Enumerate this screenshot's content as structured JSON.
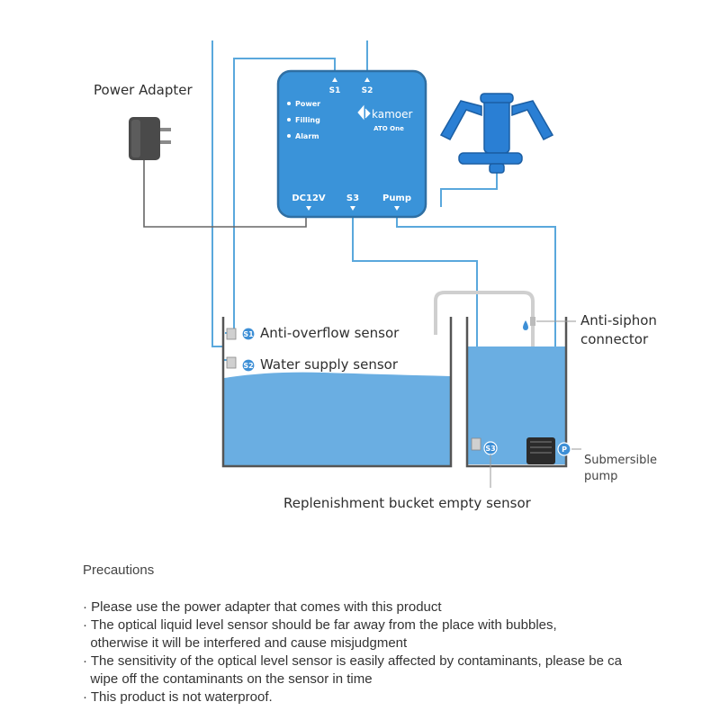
{
  "labels": {
    "power_adapter": "Power Adapter",
    "anti_overflow": "Anti-overflow sensor",
    "water_supply": "Water supply sensor",
    "anti_siphon": [
      "Anti-siphon",
      "connector"
    ],
    "submersible_pump": [
      "Submersible",
      "pump"
    ],
    "bucket_empty": "Replenishment bucket empty sensor"
  },
  "controller": {
    "port_s1": "S1",
    "port_s2": "S2",
    "leds": [
      "Power",
      "Filling",
      "Alarm"
    ],
    "brand": "kamoer",
    "model": "ATO One",
    "port_dc": "DC12V",
    "port_s3": "S3",
    "port_pump": "Pump"
  },
  "badges": {
    "s1": "S1",
    "s2": "S2",
    "s3": "S3",
    "pump": "P"
  },
  "colors": {
    "controller": "#3a93d9",
    "water": "#6aaee2",
    "signal_wire": "#5aa8dc",
    "power_cord": "#666666",
    "tank_wall": "#555555"
  },
  "icons": [
    "power-adapter-icon",
    "anti-siphon-clip-icon",
    "submersible-pump-icon",
    "led-dot-icon"
  ],
  "precautions": {
    "title": "Precautions",
    "items": [
      "· Please use the power adapter that comes with this product",
      "· The optical liquid level sensor should be far away from the place with bubbles,",
      "  otherwise it will be interfered and cause misjudgment",
      "· The sensitivity of the optical level sensor is easily affected by contaminants, please be ca",
      "  wipe off the contaminants on the sensor in time",
      "· This product is not waterproof."
    ]
  }
}
